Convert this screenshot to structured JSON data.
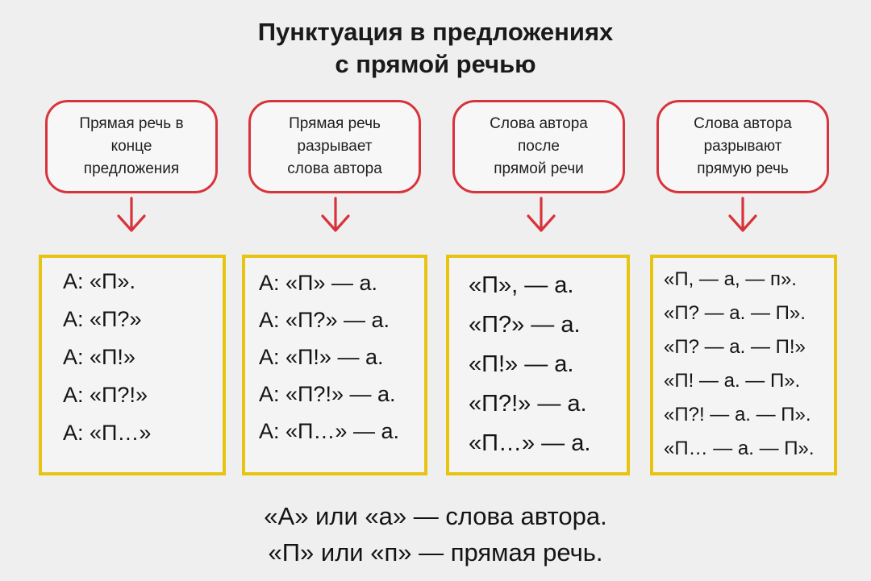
{
  "title": {
    "line1": "Пунктуация в предложениях",
    "line2": "с прямой речью"
  },
  "colors": {
    "bubble_border": "#d8333b",
    "panel_border": "#e8c411",
    "background": "#efefef"
  },
  "categories": [
    {
      "label_lines": [
        "Прямая речь в",
        "конце",
        "предложения"
      ],
      "patterns": [
        "А: «П».",
        "А: «П?»",
        "А: «П!»",
        "А: «П?!»",
        "А: «П…»"
      ]
    },
    {
      "label_lines": [
        "Прямая речь",
        "разрывает",
        "слова автора"
      ],
      "patterns": [
        "А: «П» — а.",
        "А: «П?» — а.",
        "А: «П!» — а.",
        "А: «П?!» — а.",
        "А: «П…» — а."
      ]
    },
    {
      "label_lines": [
        "Слова автора",
        "после",
        "прямой речи"
      ],
      "patterns": [
        "«П», — а.",
        "«П?» — а.",
        "«П!» — а.",
        "«П?!» — а.",
        "«П…» — а."
      ]
    },
    {
      "label_lines": [
        "Слова автора",
        "разрывают",
        "прямую речь"
      ],
      "patterns": [
        "«П, — а, — п».",
        "«П? — а. — П».",
        "«П? — а. — П!»",
        "«П! — а. — П».",
        "«П?! — а. — П».",
        "«П… — а. — П»."
      ]
    }
  ],
  "legend": {
    "line1": "«А» или «а» — слова автора.",
    "line2": "«П» или «п» — прямая речь."
  }
}
